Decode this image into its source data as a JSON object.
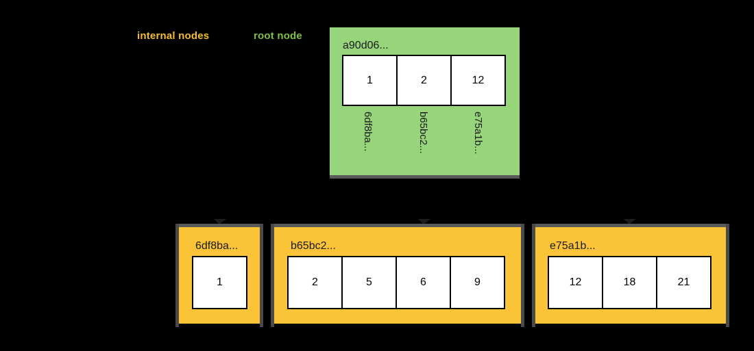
{
  "legend": {
    "internal_nodes_label": "internal nodes",
    "root_node_label": "root node",
    "internal_color": "#F5BE2E",
    "root_color": "#7DC242"
  },
  "palette": {
    "background": "#000000",
    "root_fill": "#97D57A",
    "leaf_fill": "#FBC337",
    "cell_fill": "#FFFFFF",
    "stroke": "#000000",
    "edge_shade": "#5A5A5A"
  },
  "tree": {
    "root": {
      "id_label": "a90d06...",
      "keys": [
        "1",
        "2",
        "12"
      ],
      "child_pointers": [
        "6df8ba...",
        "b65bc2...",
        "e75a1b..."
      ]
    },
    "leaves": [
      {
        "id_label": "6df8ba...",
        "keys": [
          "1"
        ]
      },
      {
        "id_label": "b65bc2...",
        "keys": [
          "2",
          "5",
          "6",
          "9"
        ]
      },
      {
        "id_label": "e75a1b...",
        "keys": [
          "12",
          "18",
          "21"
        ]
      }
    ]
  }
}
